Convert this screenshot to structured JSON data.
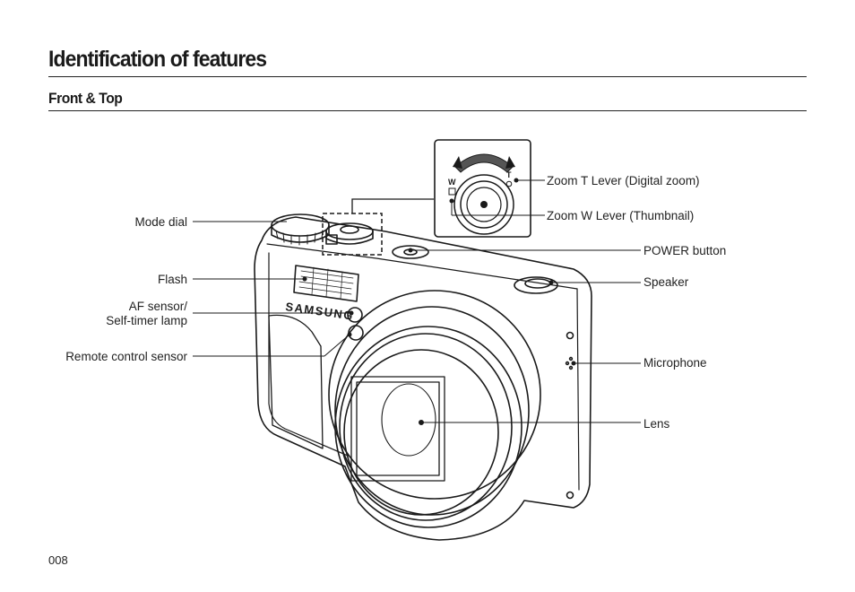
{
  "page": {
    "title": "Identification of features",
    "section": "Front & Top",
    "page_number": "008",
    "brand": "SAMSUNG"
  },
  "zoom_inset": {
    "w_mark": "W",
    "t_mark": "T"
  },
  "labels": {
    "mode_dial": "Mode dial",
    "flash": "Flash",
    "af_sensor_line1": "AF sensor/",
    "af_sensor_line2": "Self-timer lamp",
    "remote_sensor": "Remote control sensor",
    "zoom_t": "Zoom T Lever (Digital zoom)",
    "zoom_w": "Zoom W Lever (Thumbnail)",
    "power": "POWER button",
    "speaker": "Speaker",
    "microphone": "Microphone",
    "lens": "Lens"
  }
}
